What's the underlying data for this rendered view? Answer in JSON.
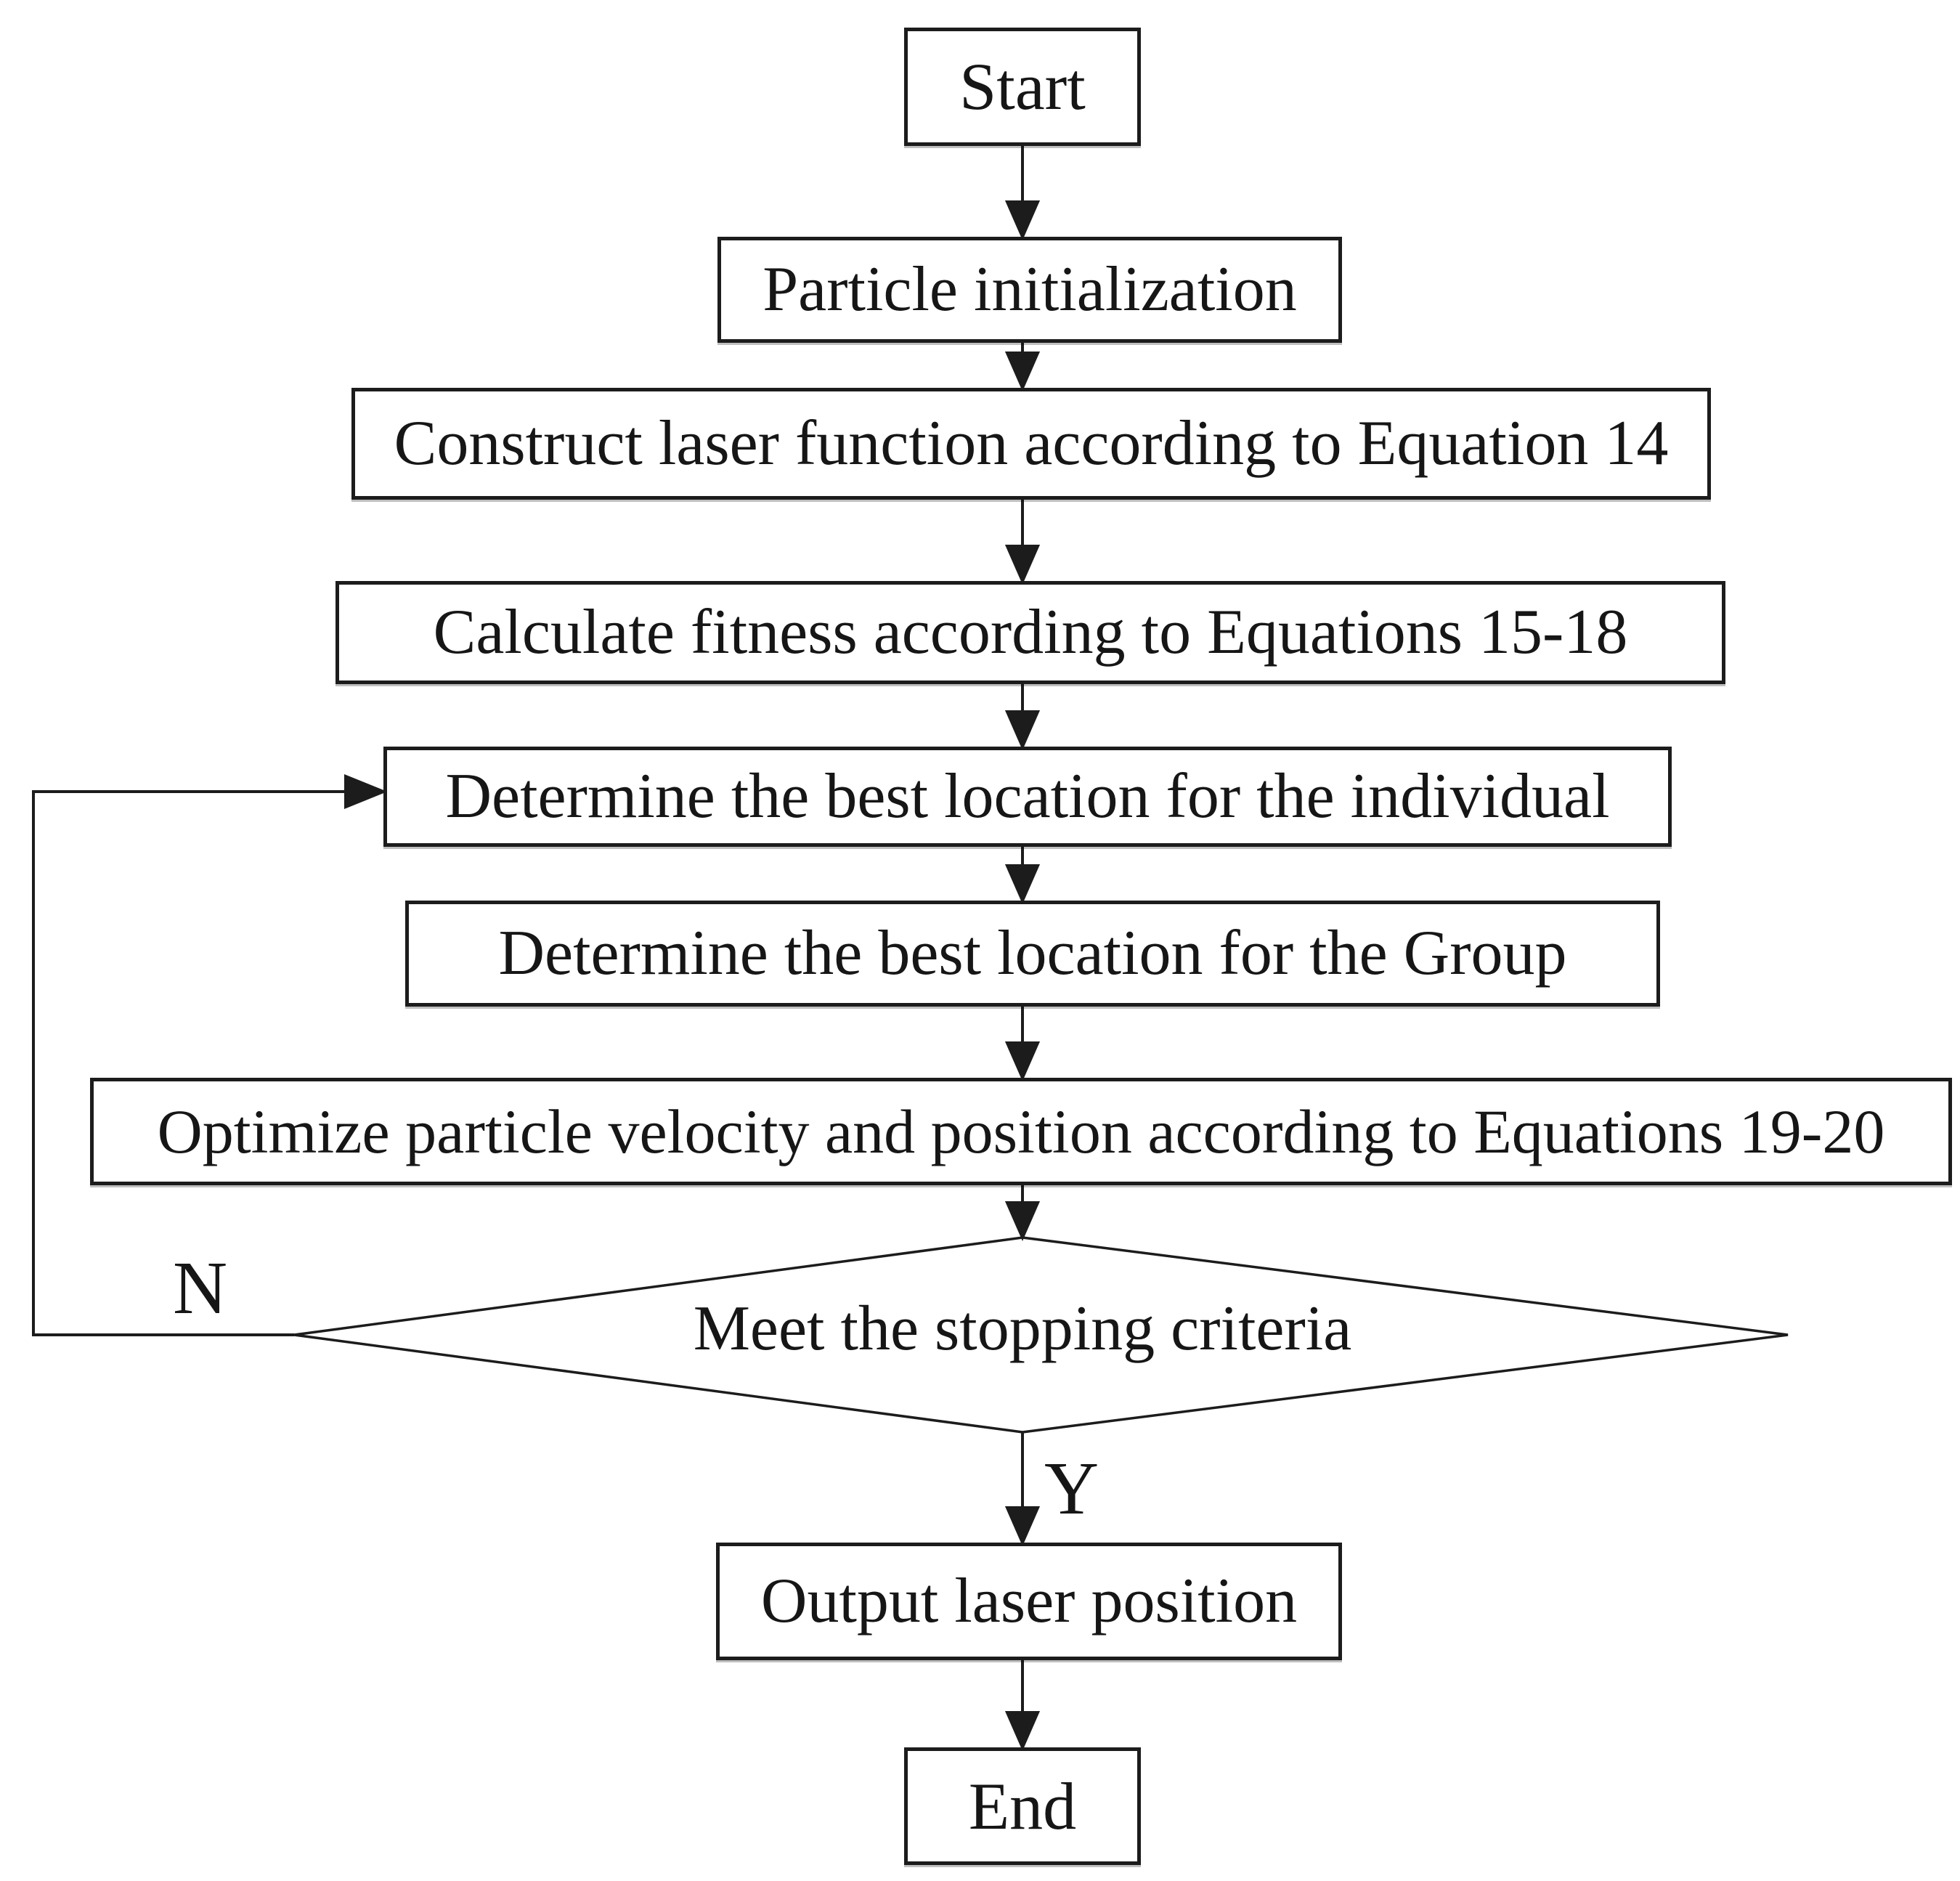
{
  "diagram": {
    "type": "flowchart",
    "colors": {
      "background": "#ffffff",
      "stroke": "#1c1c1c",
      "text": "#161616"
    },
    "nodes": {
      "start": {
        "label": "Start",
        "shape": "rect"
      },
      "particle_initialization": {
        "label": "Particle initialization",
        "shape": "rect"
      },
      "construct_laser_function": {
        "label": "Construct laser function according to Equation 14",
        "shape": "rect"
      },
      "calculate_fitness": {
        "label": "Calculate fitness according to Equations 15-18",
        "shape": "rect"
      },
      "best_location_individual": {
        "label": "Determine the best location for the individual",
        "shape": "rect"
      },
      "best_location_group": {
        "label": "Determine the best location for the Group",
        "shape": "rect"
      },
      "optimize_velocity_position": {
        "label": "Optimize particle velocity and position according to Equations 19-20",
        "shape": "rect"
      },
      "stopping_criteria": {
        "label": "Meet the stopping criteria",
        "shape": "diamond"
      },
      "output_laser_position": {
        "label": "Output laser position",
        "shape": "rect"
      },
      "end": {
        "label": "End",
        "shape": "rect"
      }
    },
    "branch_labels": {
      "no": "N",
      "yes": "Y"
    },
    "edges": [
      {
        "from": "start",
        "to": "particle_initialization"
      },
      {
        "from": "particle_initialization",
        "to": "construct_laser_function"
      },
      {
        "from": "construct_laser_function",
        "to": "calculate_fitness"
      },
      {
        "from": "calculate_fitness",
        "to": "best_location_individual"
      },
      {
        "from": "best_location_individual",
        "to": "best_location_group"
      },
      {
        "from": "best_location_group",
        "to": "optimize_velocity_position"
      },
      {
        "from": "optimize_velocity_position",
        "to": "stopping_criteria"
      },
      {
        "from": "stopping_criteria",
        "to": "output_laser_position",
        "label": "Y"
      },
      {
        "from": "stopping_criteria",
        "to": "best_location_individual",
        "label": "N"
      },
      {
        "from": "output_laser_position",
        "to": "end"
      }
    ]
  }
}
